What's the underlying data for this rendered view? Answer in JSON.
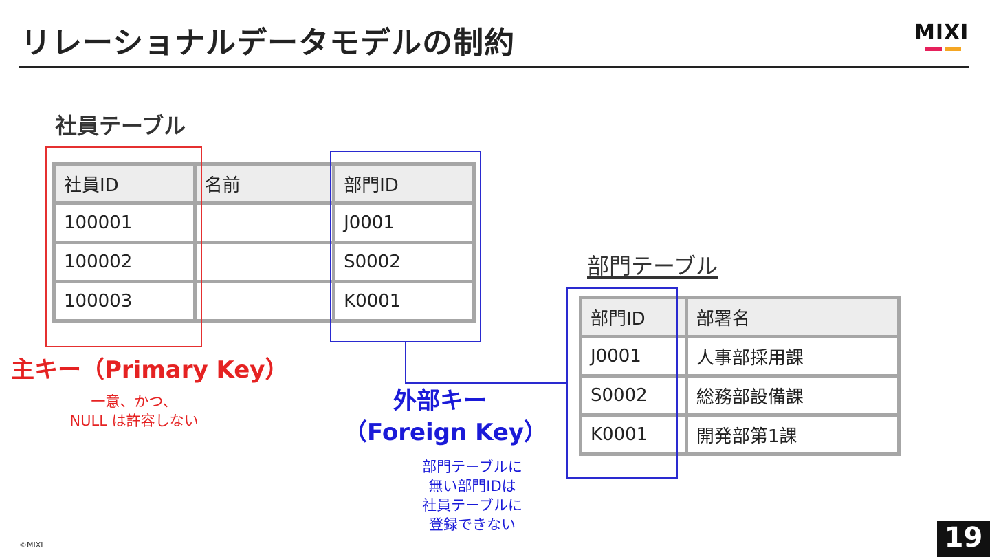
{
  "title": "リレーショナルデータモデルの制約",
  "logo": {
    "text": "MIXI",
    "bar_colors": [
      "#e6215c",
      "#f5a623"
    ]
  },
  "employee_table": {
    "heading": "社員テーブル",
    "headers": [
      "社員ID",
      "名前",
      "部門ID"
    ],
    "rows": [
      [
        "100001",
        "",
        "J0001"
      ],
      [
        "100002",
        "",
        "S0002"
      ],
      [
        "100003",
        "",
        "K0001"
      ]
    ]
  },
  "department_table": {
    "heading": "部門テーブル",
    "headers": [
      "部門ID",
      "部署名"
    ],
    "rows": [
      [
        "J0001",
        "人事部採用課"
      ],
      [
        "S0002",
        "総務部設備課"
      ],
      [
        "K0001",
        "開発部第1課"
      ]
    ]
  },
  "primary_key": {
    "label": "主キー（Primary Key）",
    "note_line1": "一意、かつ、",
    "note_line2": "NULL は許容しない",
    "color": "#e52222"
  },
  "foreign_key": {
    "label_line1": "外部キー",
    "label_line2": "（Foreign Key）",
    "note_line1": "部門テーブルに",
    "note_line2": "無い部門IDは",
    "note_line3": "社員テーブルに",
    "note_line4": "登録できない",
    "color": "#1a1ad8"
  },
  "footer": {
    "copyright": "©MIXI",
    "page_number": "19"
  }
}
